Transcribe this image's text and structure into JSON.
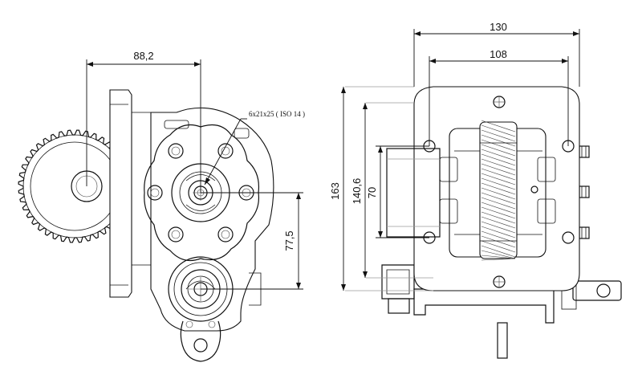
{
  "drawing": {
    "left_view": {
      "dim_horizontal": "88,2",
      "dim_vertical": "77,5",
      "shaft_note": "6x21x25 ( ISO 14 )"
    },
    "right_view": {
      "dim_width_outer": "130",
      "dim_width_inner": "108",
      "dim_height_total": "163",
      "dim_height_mid": "140,6",
      "dim_height_inner": "70"
    }
  }
}
